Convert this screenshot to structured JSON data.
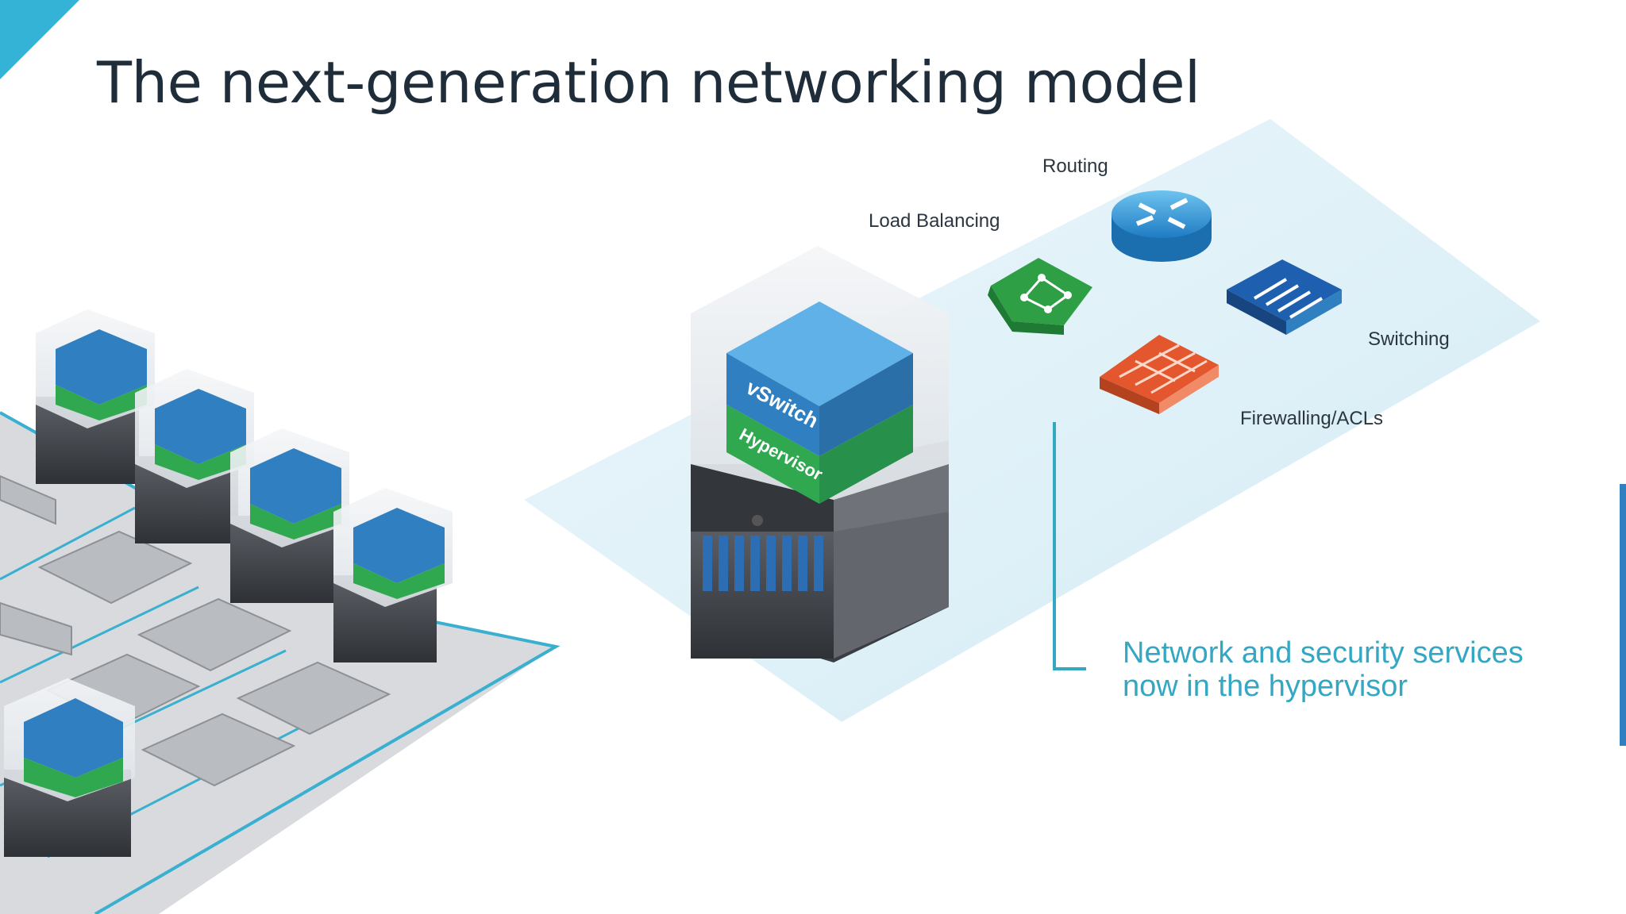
{
  "slide": {
    "title": "The next-generation networking model",
    "accent_color": "#35b3d6"
  },
  "services": {
    "routing": "Routing",
    "load_balancing": "Load Balancing",
    "switching": "Switching",
    "firewalling": "Firewalling/ACLs"
  },
  "host": {
    "vswitch_label": "vSwitch",
    "hypervisor_label": "Hypervisor"
  },
  "callout": {
    "line1": "Network and security services",
    "line2": "now in the hypervisor"
  },
  "colors": {
    "cube_blue": "#2f7fc1",
    "hypervisor_green": "#2fa84f",
    "platform_blue": "#d6eef7",
    "firewall_red": "#e4572e",
    "router_blue": "#3aa0dc"
  }
}
